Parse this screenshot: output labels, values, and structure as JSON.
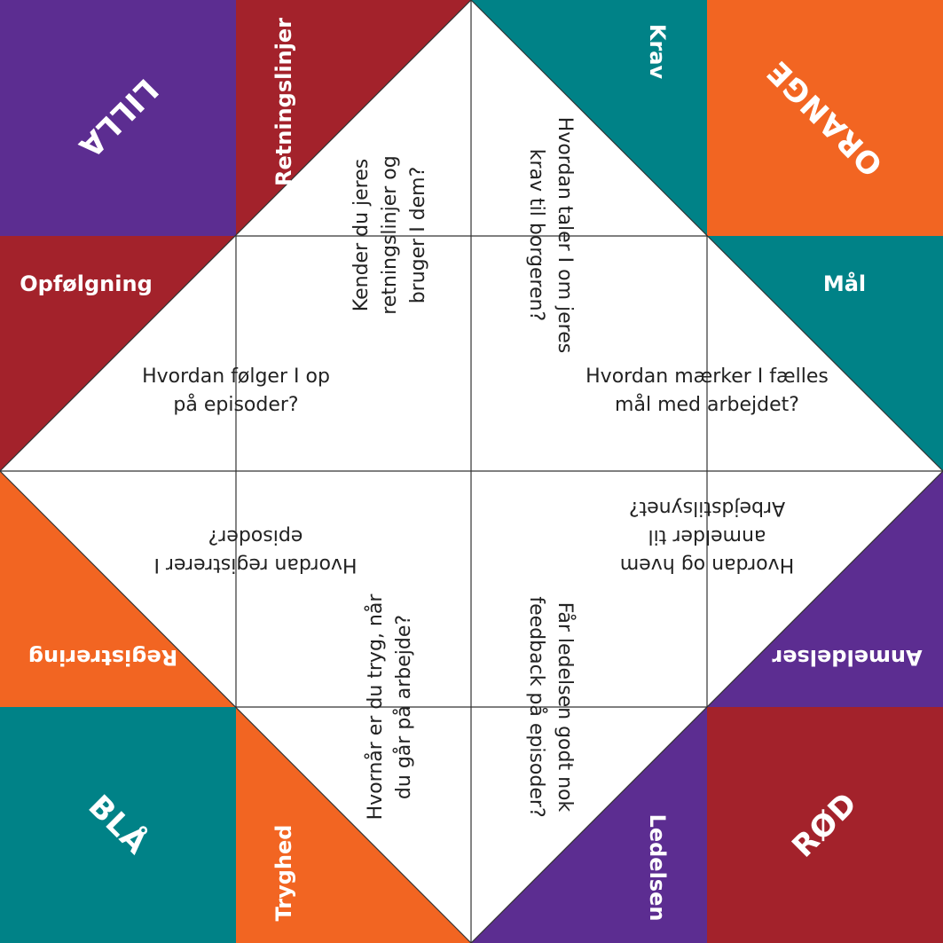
{
  "colors": {
    "purple": "#5c2d91",
    "red": "#a3222b",
    "teal": "#008287",
    "orange": "#f26522",
    "white": "#ffffff",
    "line": "#333333"
  },
  "corners": {
    "top_left": "LILLA",
    "top_right": "ORANGE",
    "bottom_left": "BLÅ",
    "bottom_right": "RØD"
  },
  "categories": {
    "retningslinjer": "Retningslinjer",
    "krav": "Krav",
    "opfolgning": "Opfølgning",
    "maal": "Mål",
    "registrering": "Registrering",
    "anmeldelser": "Anmeldelser",
    "tryghed": "Tryghed",
    "ledelsen": "Ledelsen"
  },
  "questions": {
    "retningslinjer": "Kender du jeres\nretningslinjer og\nbruger I dem?",
    "krav": "Hvordan taler I om jeres\nkrav til borgeren?",
    "opfolgning": "Hvordan følger I op\npå episoder?",
    "maal": "Hvordan mærker I fælles\nmål med arbejdet?",
    "registrering": "Hvordan registrerer I\nepisoder?",
    "anmeldelser": "Hvordan og hvem\nanmelder til\nArbejdstilsynet?",
    "tryghed": "Hvornår er du tryg, når\ndu går på arbejde?",
    "ledelsen": "Får ledelsen godt nok\nfeedback på episoder?"
  }
}
